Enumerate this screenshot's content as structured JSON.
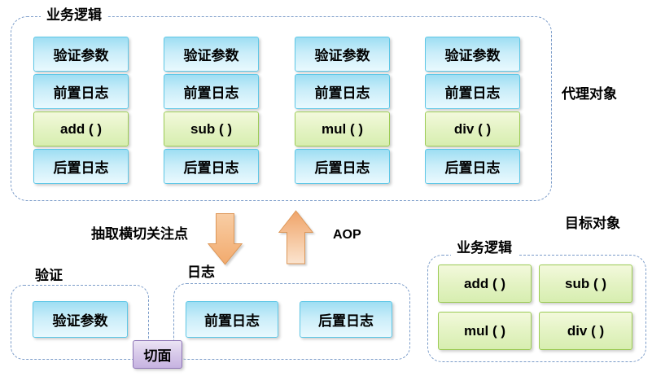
{
  "diagram": {
    "proxy": {
      "label": "业务逻辑",
      "side_label": "代理对象",
      "columns": [
        {
          "rows": [
            {
              "text": "验证参数"
            },
            {
              "text": "前置日志"
            },
            {
              "text": "add ( )"
            },
            {
              "text": "后置日志"
            }
          ]
        },
        {
          "rows": [
            {
              "text": "验证参数"
            },
            {
              "text": "前置日志"
            },
            {
              "text": "sub ( )"
            },
            {
              "text": "后置日志"
            }
          ]
        },
        {
          "rows": [
            {
              "text": "验证参数"
            },
            {
              "text": "前置日志"
            },
            {
              "text": "mul ( )"
            },
            {
              "text": "后置日志"
            }
          ]
        },
        {
          "rows": [
            {
              "text": "验证参数"
            },
            {
              "text": "前置日志"
            },
            {
              "text": "div ( )"
            },
            {
              "text": "后置日志"
            }
          ]
        }
      ]
    },
    "flow": {
      "extract_label": "抽取横切关注点",
      "aop_label": "AOP"
    },
    "aspects": {
      "validation": {
        "label": "验证",
        "box": "验证参数"
      },
      "logging": {
        "label": "日志",
        "pre_box": "前置日志",
        "post_box": "后置日志"
      },
      "aspect_tag": "切面"
    },
    "target": {
      "title": "目标对象",
      "label": "业务逻辑",
      "methods": [
        "add ( )",
        "sub ( )",
        "mul ( )",
        "div ( )"
      ]
    },
    "colors": {
      "blue_box_top": "#9edef3",
      "blue_box_bottom": "#e9f9fe",
      "blue_box_border": "#5ec7e6",
      "green_box_top": "#f3f9dc",
      "green_box_bottom": "#d7eeb0",
      "green_box_border": "#9ccb55",
      "purple_box_top": "#ebe4f4",
      "purple_box_bottom": "#c7b3e1",
      "purple_box_border": "#8d74b6",
      "arrow_orange_dark": "#f0a468",
      "arrow_orange_light": "#fbe4cf",
      "arrow_border": "#dd9758",
      "dashed_border": "#7b9cc9"
    }
  }
}
